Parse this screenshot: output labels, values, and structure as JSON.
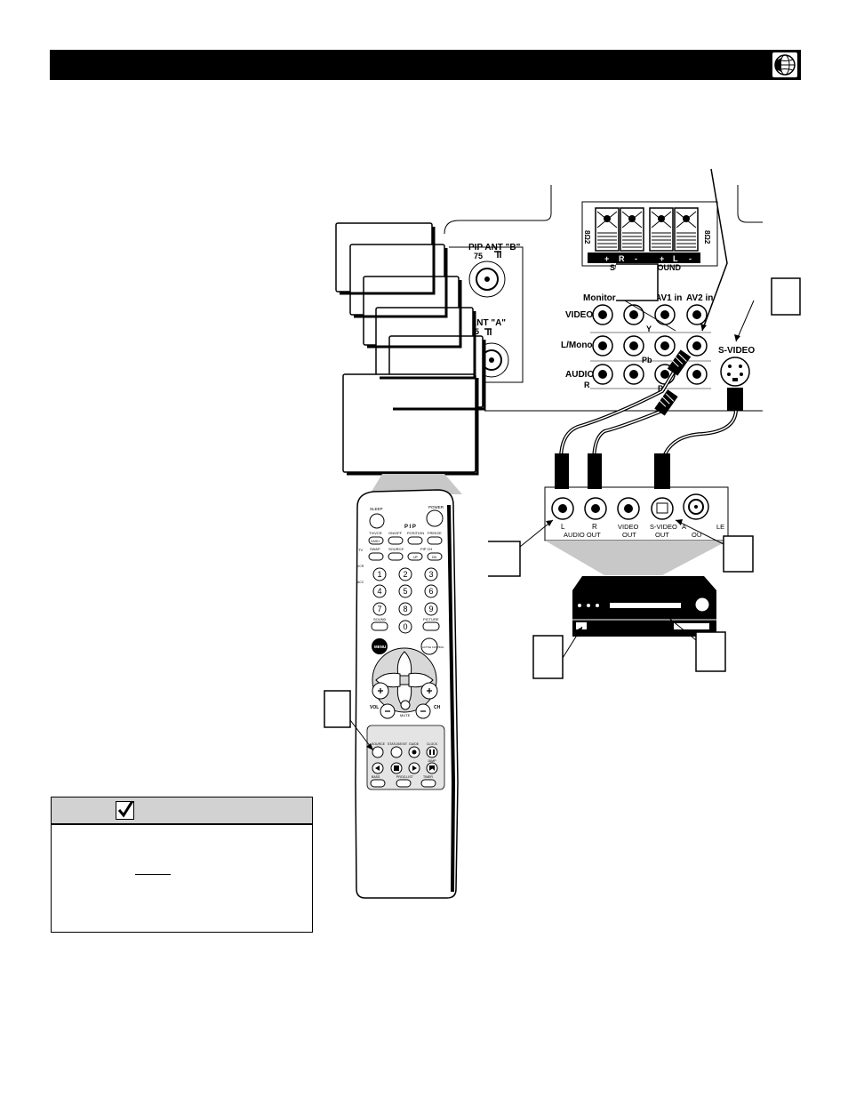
{
  "panel": {
    "pip_ant_b": "PIP ANT \"B\"",
    "pip_ant_b_ohm": "75",
    "ant_a": "ANT \"A\"",
    "ant_a_ohm": "75",
    "speaker_left_mark": "8Ω2",
    "speaker_right_mark": "8Ω2",
    "speaker_r": "R",
    "speaker_l": "L",
    "plus": "+",
    "minus": "-",
    "surround": "SU",
    "surround_sound": "ND SOUND",
    "monitor": "Monitor o",
    "av1": "AV1 in",
    "av2": "AV2 in",
    "video": "VIDEO",
    "l_mono": "L/Mono",
    "audio": "AUDIO",
    "audio_r": "R",
    "y": "Y",
    "pb": "Pb",
    "pr": "Pr",
    "svideo": "S-VIDEO"
  },
  "device": {
    "l": "L",
    "r": "R",
    "audio_out": "AUDIO OUT",
    "video": "VIDEO",
    "video_out": "OUT",
    "svideo": "S-VIDEO",
    "svideo_out": "OUT",
    "antenna": "A",
    "antenna_2": "LE",
    "antenna_out": "OU"
  },
  "remote": {
    "sleep": "SLEEP",
    "power": "POWER",
    "pip": "P I P",
    "tv_vcr": "TV/VCR",
    "on_off": "ON/OFF",
    "position": "POSITION",
    "freeze": "FREEZE",
    "dash": "DASH",
    "swap": "SWAP",
    "source": "SOURCE",
    "pip_ch": "PIP CH",
    "up": "UP",
    "dn": "DN",
    "tv": "TV",
    "vcr": "VCR",
    "acc": "ACC",
    "numbers": [
      "1",
      "2",
      "3",
      "4",
      "5",
      "6",
      "7",
      "8",
      "9",
      "0"
    ],
    "sound": "SOUND",
    "picture": "PICTURE",
    "menu": "MENU",
    "active_control": "ACTIVE CONTROL",
    "vol": "VOL",
    "ch": "CH",
    "mute": "MUTE",
    "surf": "SOURCE",
    "status_exit": "STATUS/EXIT",
    "guide": "GUIDE",
    "clock": "CLOCK",
    "jump": "JUMP",
    "bass": "BASS",
    "prog_list": "PROG.LIST",
    "timer": "TIMER"
  },
  "colors": {
    "black": "#000000",
    "gray": "#d2d2d2",
    "beam": "#c8c8c8"
  }
}
